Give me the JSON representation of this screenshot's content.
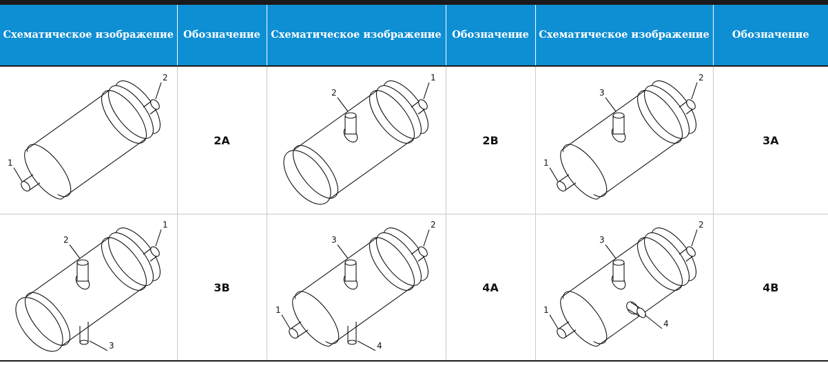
{
  "header": {
    "col_image": "Схематическое изображение",
    "col_code": "Обозначение"
  },
  "rows": [
    [
      {
        "code": "2A",
        "ports": [
          {
            "n": "1",
            "pos": "left-end"
          },
          {
            "n": "2",
            "pos": "right-end"
          }
        ],
        "end": "flat"
      },
      {
        "code": "2B",
        "ports": [
          {
            "n": "2",
            "pos": "top"
          },
          {
            "n": "1",
            "pos": "right-end"
          }
        ],
        "end": "dome"
      },
      {
        "code": "3A",
        "ports": [
          {
            "n": "3",
            "pos": "top"
          },
          {
            "n": "2",
            "pos": "right-end"
          },
          {
            "n": "1",
            "pos": "left-end"
          }
        ],
        "end": "flat"
      }
    ],
    [
      {
        "code": "3B",
        "ports": [
          {
            "n": "2",
            "pos": "top"
          },
          {
            "n": "1",
            "pos": "right-end"
          },
          {
            "n": "3",
            "pos": "bottom"
          }
        ],
        "end": "dome"
      },
      {
        "code": "4A",
        "ports": [
          {
            "n": "3",
            "pos": "top"
          },
          {
            "n": "2",
            "pos": "right-end"
          },
          {
            "n": "1",
            "pos": "left-end"
          },
          {
            "n": "4",
            "pos": "bottom"
          }
        ],
        "end": "flat"
      },
      {
        "code": "4B",
        "ports": [
          {
            "n": "3",
            "pos": "top"
          },
          {
            "n": "2",
            "pos": "right-end"
          },
          {
            "n": "1",
            "pos": "left-end"
          },
          {
            "n": "4",
            "pos": "side"
          }
        ],
        "end": "flat"
      }
    ]
  ]
}
